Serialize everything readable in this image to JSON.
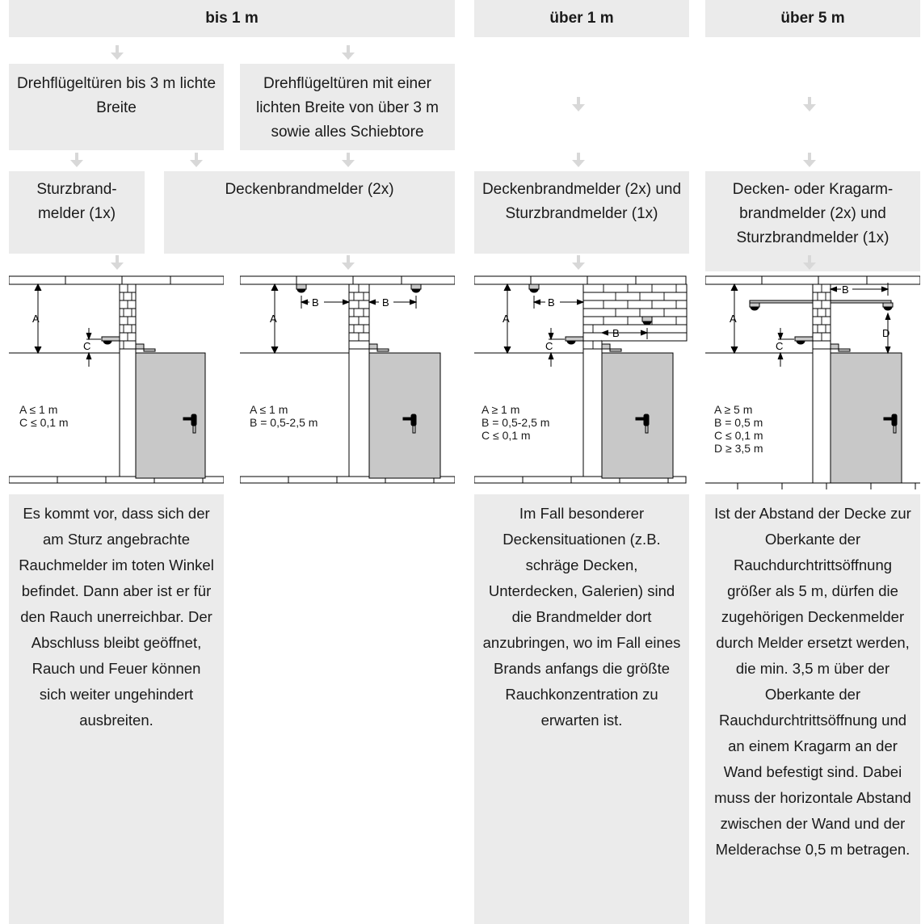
{
  "headers": {
    "bis1": "bis 1 m",
    "ueber1": "über 1 m",
    "ueber5": "über 5 m"
  },
  "door_types": {
    "small": "Drehflügeltüren bis 3 m lichte Breite",
    "large": "Drehflügeltüren mit einer lichten Breite von über 3 m sowie alles Schiebtore"
  },
  "detectors": {
    "sturz": "Sturzbrand-melder (1x)",
    "decke": "Deckenbrandmelder (2x)",
    "decke_sturz": "Deckenbrandmelder (2x) und Sturzbrandmelder (1x)",
    "kragarm": "Decken- oder Kragarm-brandmelder (2x) und Sturzbrandmelder (1x)"
  },
  "dimension_labels": {
    "A": "A",
    "B": "B",
    "C": "C",
    "D": "D"
  },
  "specs": {
    "d1": [
      "A ≤ 1 m",
      "C ≤ 0,1 m"
    ],
    "d2": [
      "A ≤ 1 m",
      "B = 0,5-2,5 m"
    ],
    "d3": [
      "A ≥ 1 m",
      "B = 0,5-2,5 m",
      "C ≤ 0,1 m"
    ],
    "d4": [
      "A ≥ 5 m",
      "B = 0,5 m",
      "C ≤ 0,1 m",
      "D ≥ 3,5 m"
    ]
  },
  "notes": {
    "n1": "Es kommt vor, dass sich der am Sturz angebrachte Rauchmelder im toten Winkel befindet. Dann aber ist er für den Rauch unerreichbar. Der Abschluss bleibt geöffnet, Rauch und Feuer können sich weiter ungehindert ausbreiten.",
    "n3": "Im Fall besonderer Deckensituationen (z.B. schräge Decken, Unterdecken, Galerien) sind die Brandmelder dort anzubringen, wo im Fall eines Brands anfangs die größte Rauchkonzentration zu erwarten ist.",
    "n4": "Ist der Abstand der Decke zur Oberkante der Rauchdurchtrittsöffnung größer als 5 m, dürfen die zugehörigen Deckenmelder durch Melder ersetzt werden, die min. 3,5 m über der Oberkante der Rauchdurchtrittsöffnung und an einem Kragarm an der Wand befestigt sind. Dabei muss der horizontale Abstand zwischen der Wand und der Melderachse 0,5 m betragen."
  },
  "colors": {
    "box": "#ebebeb",
    "arrow": "#d8d8d8",
    "door": "#c8c8c8"
  }
}
